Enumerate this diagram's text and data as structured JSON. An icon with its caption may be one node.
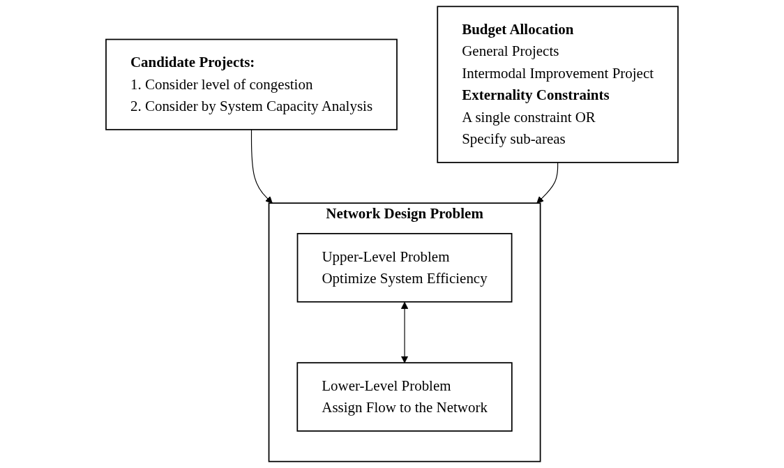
{
  "diagram": {
    "nodes": [
      {
        "text": [
          "Candidate Projects:",
          "1. Consider level of congestion",
          "2. Consider by System Capacity Analysis"
        ]
      },
      {
        "text": [
          "Network Design Problem"
        ]
      },
      {
        "text": [
          "Upper-Level Problem",
          "Optimize System Efficiency"
        ],
        "in": 1
      },
      {
        "text": [
          "Lower-Level Problem",
          "Assign Flow to the Network"
        ],
        "in": 1
      },
      {
        "text": [
          "Budget Allocation",
          "General Projects",
          "Intermodal Improvement Project",
          "Externality Constraints",
          "A single constraint OR",
          "Specify sub-areas"
        ]
      }
    ],
    "edges": [
      {
        "from": 0,
        "to": 1,
        "arrow": "to"
      },
      {
        "from": 2,
        "to": 3,
        "arrow": "both"
      },
      {
        "from": 4,
        "to": 1,
        "arrow": "to"
      }
    ]
  }
}
